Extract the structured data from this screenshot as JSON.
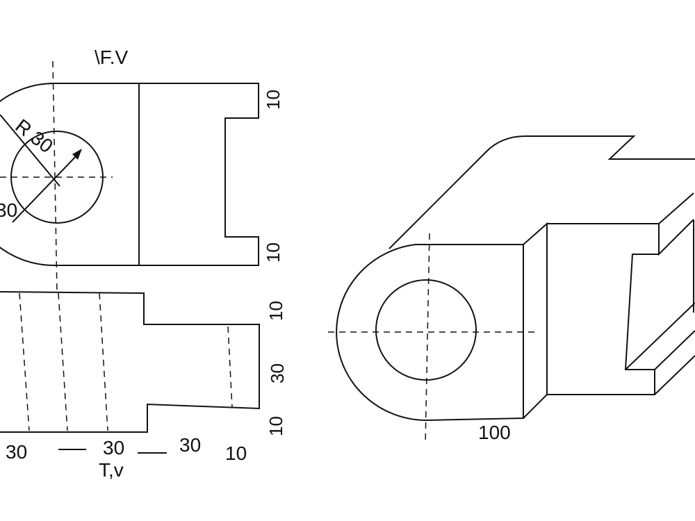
{
  "front_view": {
    "title": "\\F.V",
    "radius_label": "R 30",
    "diameter_label": "30",
    "dims_right": [
      "10",
      "10"
    ]
  },
  "top_view": {
    "title": "T,v",
    "dims_right": [
      "10",
      "30",
      "10"
    ],
    "dims_bottom": [
      "30",
      "30",
      "30",
      "10"
    ]
  },
  "isometric": {
    "length_label": "100"
  }
}
